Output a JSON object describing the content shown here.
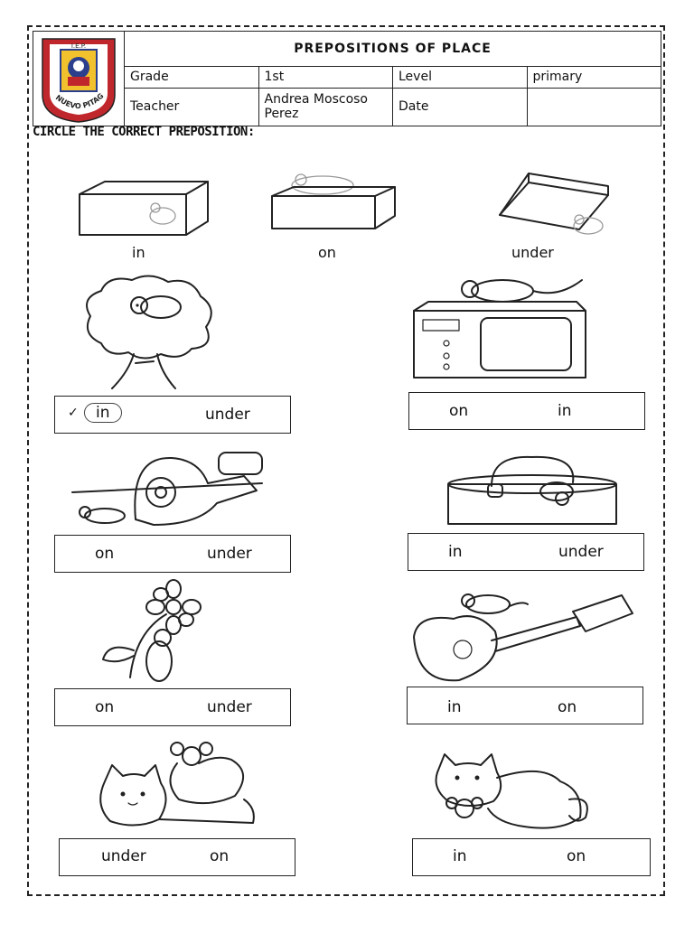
{
  "header": {
    "logo_text_top": "I.E.P.",
    "logo_text_arc": "NUEVO PITAGORAS",
    "title": "PREPOSITIONS OF PLACE",
    "grade_label": "Grade",
    "grade_value": "1st",
    "level_label": "Level",
    "level_value": "primary",
    "teacher_label": "Teacher",
    "teacher_value": "Andrea Moscoso Perez",
    "date_label": "Date",
    "date_value": ""
  },
  "instruction": "CIRCLE THE CORRECT PREPOSITION:",
  "examples": [
    {
      "label": "in"
    },
    {
      "label": "on"
    },
    {
      "label": "under"
    }
  ],
  "exercises": [
    {
      "option1": "in",
      "option2": "under",
      "mark": "✓"
    },
    {
      "option1": "on",
      "option2": "in"
    },
    {
      "option1": "on",
      "option2": "under"
    },
    {
      "option1": "in",
      "option2": "under"
    },
    {
      "option1": "on",
      "option2": "under"
    },
    {
      "option1": "in",
      "option2": "on"
    },
    {
      "option1": "under",
      "option2": "on"
    },
    {
      "option1": "in",
      "option2": "on"
    }
  ],
  "colors": {
    "logo_red": "#c0272d",
    "logo_blue": "#2b3f8c",
    "logo_yellow": "#f2c12e"
  }
}
